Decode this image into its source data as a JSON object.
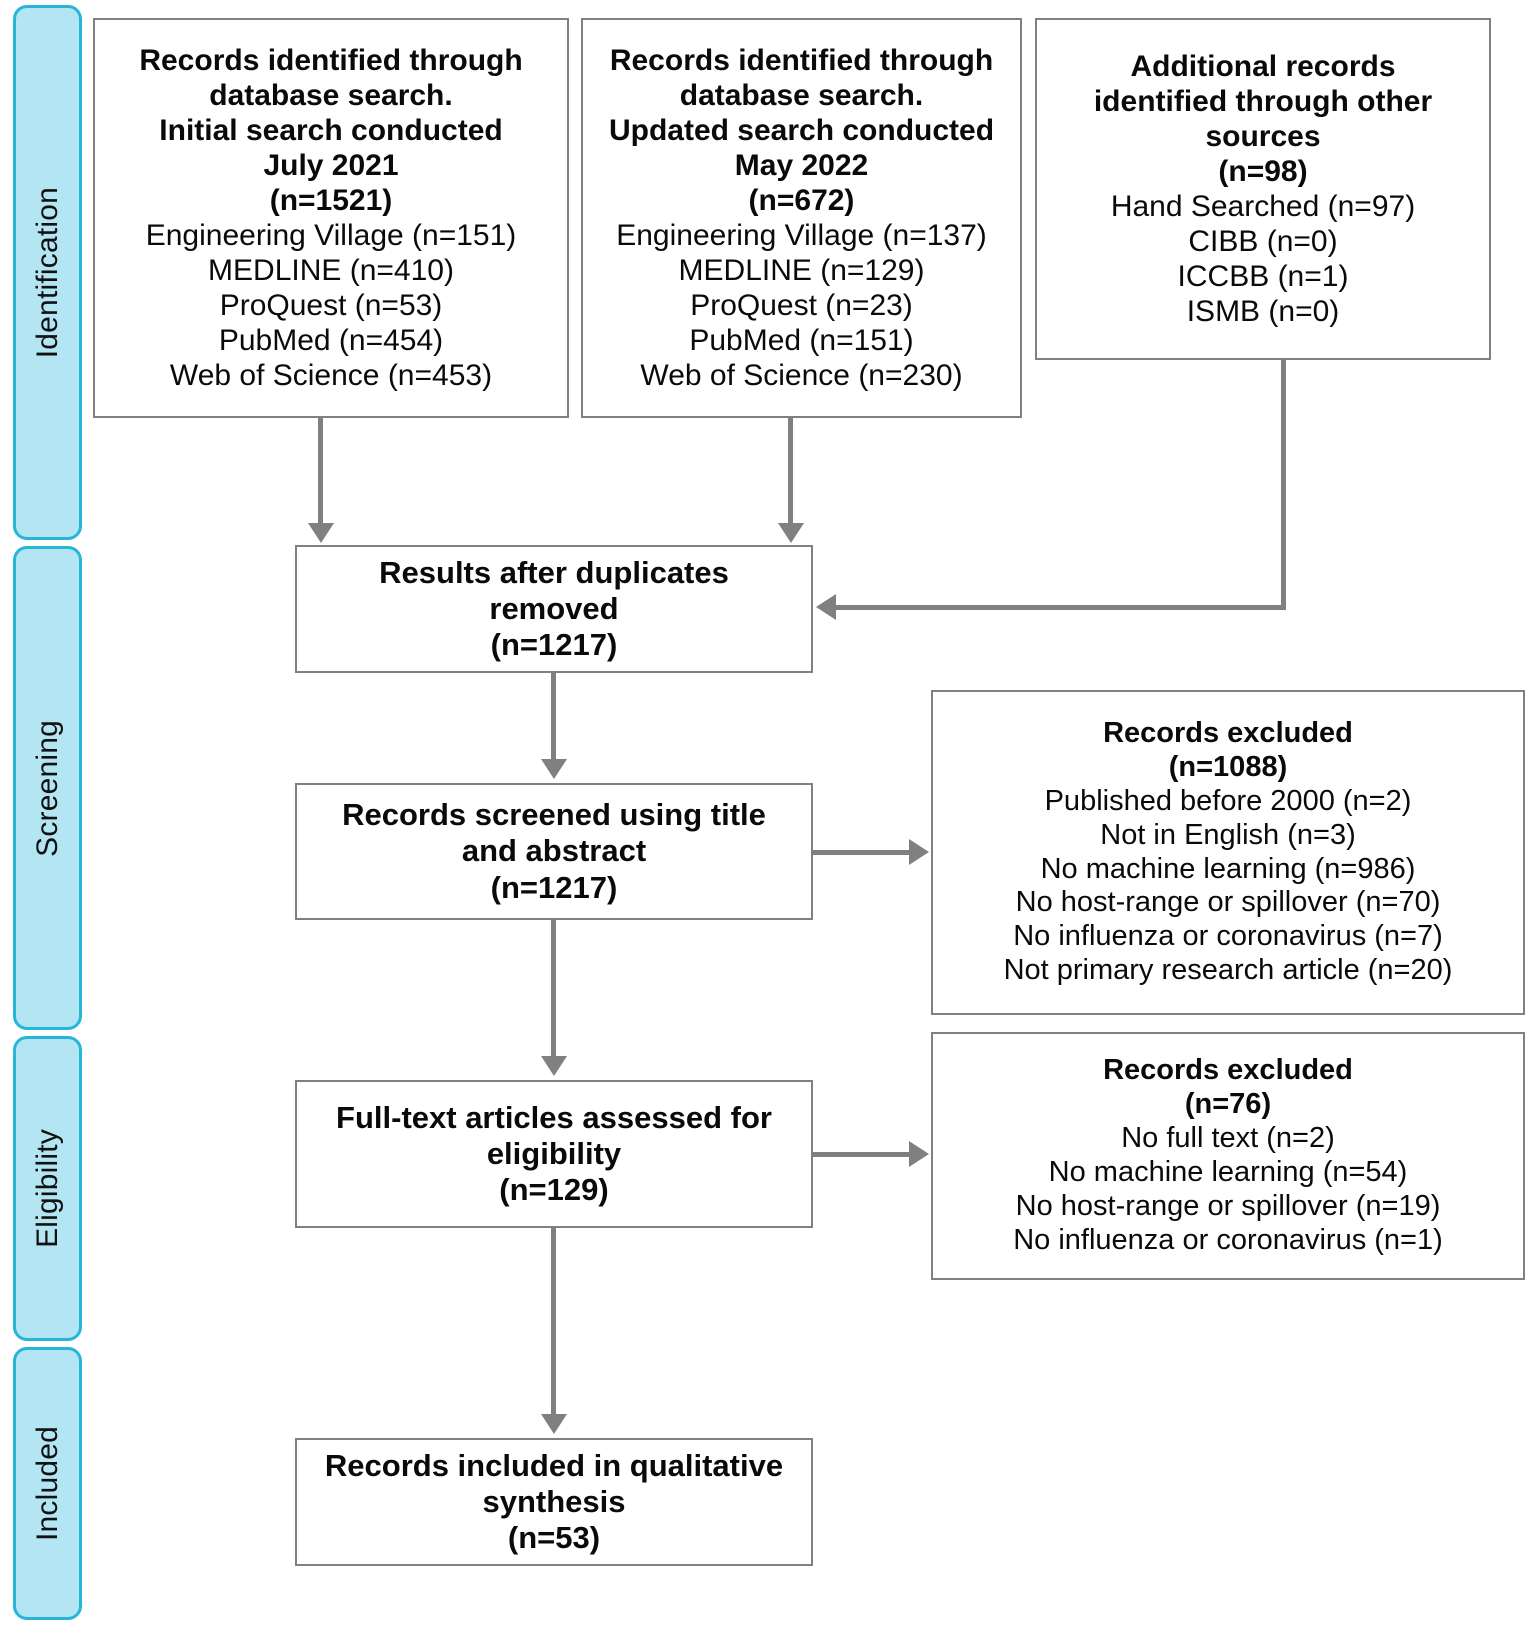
{
  "diagram": {
    "type": "prisma-flow-diagram",
    "accent_color": "#27b6d8",
    "pill_fill_color": "#b3e5f2",
    "connector_color": "#808080",
    "box_border_color": "#808080"
  },
  "stages": [
    {
      "id": "identification",
      "label": "Identification"
    },
    {
      "id": "screening",
      "label": "Screening"
    },
    {
      "id": "eligibility",
      "label": "Eligibility"
    },
    {
      "id": "included",
      "label": "Included"
    }
  ],
  "boxes": {
    "initial_search": {
      "lines": [
        {
          "text": "Records identified through",
          "bold": true
        },
        {
          "text": "database search.",
          "bold": true
        },
        {
          "text": "Initial search conducted",
          "bold": true
        },
        {
          "text": "July 2021",
          "bold": true
        },
        {
          "text": "(n=1521)",
          "bold": true
        },
        {
          "text": "Engineering Village (n=151)",
          "bold": false
        },
        {
          "text": "MEDLINE (n=410)",
          "bold": false
        },
        {
          "text": "ProQuest (n=53)",
          "bold": false
        },
        {
          "text": "PubMed (n=454)",
          "bold": false
        },
        {
          "text": "Web of Science (n=453)",
          "bold": false
        }
      ]
    },
    "updated_search": {
      "lines": [
        {
          "text": "Records identified through",
          "bold": true
        },
        {
          "text": "database search.",
          "bold": true
        },
        {
          "text": "Updated search conducted",
          "bold": true
        },
        {
          "text": "May 2022",
          "bold": true
        },
        {
          "text": "(n=672)",
          "bold": true
        },
        {
          "text": "Engineering Village (n=137)",
          "bold": false
        },
        {
          "text": "MEDLINE (n=129)",
          "bold": false
        },
        {
          "text": "ProQuest (n=23)",
          "bold": false
        },
        {
          "text": "PubMed (n=151)",
          "bold": false
        },
        {
          "text": "Web of Science (n=230)",
          "bold": false
        }
      ]
    },
    "other_sources": {
      "lines": [
        {
          "text": "Additional records",
          "bold": true
        },
        {
          "text": "identified through other",
          "bold": true
        },
        {
          "text": "sources",
          "bold": true
        },
        {
          "text": "(n=98)",
          "bold": true
        },
        {
          "text": "Hand Searched (n=97)",
          "bold": false
        },
        {
          "text": "CIBB (n=0)",
          "bold": false
        },
        {
          "text": "ICCBB (n=1)",
          "bold": false
        },
        {
          "text": "ISMB (n=0)",
          "bold": false
        }
      ]
    },
    "duplicates_removed": {
      "lines": [
        {
          "text": "Results after duplicates",
          "bold": true
        },
        {
          "text": "removed",
          "bold": true
        },
        {
          "text": "(n=1217)",
          "bold": true
        }
      ]
    },
    "records_screened": {
      "lines": [
        {
          "text": "Records screened using title",
          "bold": true
        },
        {
          "text": "and abstract",
          "bold": true
        },
        {
          "text": "(n=1217)",
          "bold": true
        }
      ]
    },
    "excluded_screening": {
      "lines": [
        {
          "text": "Records excluded",
          "bold": true
        },
        {
          "text": "(n=1088)",
          "bold": true
        },
        {
          "text": "Published before 2000 (n=2)",
          "bold": false
        },
        {
          "text": "Not in English (n=3)",
          "bold": false
        },
        {
          "text": "No machine learning (n=986)",
          "bold": false
        },
        {
          "text": "No host-range or spillover (n=70)",
          "bold": false
        },
        {
          "text": "No influenza or coronavirus (n=7)",
          "bold": false
        },
        {
          "text": "Not primary research article (n=20)",
          "bold": false
        }
      ]
    },
    "full_text_assessed": {
      "lines": [
        {
          "text": "Full-text articles assessed for",
          "bold": true
        },
        {
          "text": "eligibility",
          "bold": true
        },
        {
          "text": "(n=129)",
          "bold": true
        }
      ]
    },
    "excluded_eligibility": {
      "lines": [
        {
          "text": "Records excluded",
          "bold": true
        },
        {
          "text": "(n=76)",
          "bold": true
        },
        {
          "text": "No full text (n=2)",
          "bold": false
        },
        {
          "text": "No machine learning (n=54)",
          "bold": false
        },
        {
          "text": "No host-range or spillover (n=19)",
          "bold": false
        },
        {
          "text": "No influenza or coronavirus (n=1)",
          "bold": false
        }
      ]
    },
    "included_synthesis": {
      "lines": [
        {
          "text": "Records included in qualitative",
          "bold": true
        },
        {
          "text": "synthesis",
          "bold": true
        },
        {
          "text": "(n=53)",
          "bold": true
        }
      ]
    }
  }
}
